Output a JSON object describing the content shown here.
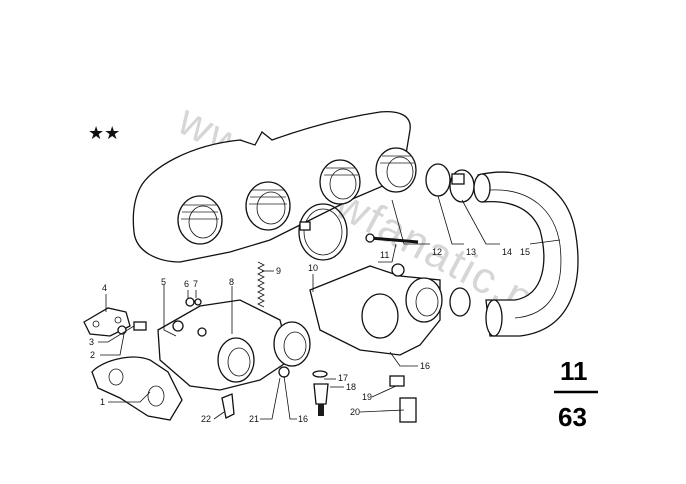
{
  "watermark": "www.bmwfanatic.pl",
  "stars": "★★",
  "group_code": {
    "top": "11",
    "bottom": "63"
  },
  "callouts": [
    {
      "id": "c1",
      "text": "1"
    },
    {
      "id": "c2",
      "text": "2"
    },
    {
      "id": "c3",
      "text": "3"
    },
    {
      "id": "c4",
      "text": "4"
    },
    {
      "id": "c5",
      "text": "5"
    },
    {
      "id": "c6",
      "text": "6"
    },
    {
      "id": "c7",
      "text": "7"
    },
    {
      "id": "c8",
      "text": "8"
    },
    {
      "id": "c9",
      "text": "9"
    },
    {
      "id": "c10",
      "text": "10"
    },
    {
      "id": "c11",
      "text": "11"
    },
    {
      "id": "c12",
      "text": "12"
    },
    {
      "id": "c13",
      "text": "13"
    },
    {
      "id": "c14",
      "text": "14"
    },
    {
      "id": "c15",
      "text": "15"
    },
    {
      "id": "c16a",
      "text": "16"
    },
    {
      "id": "c16b",
      "text": "16"
    },
    {
      "id": "c17",
      "text": "17"
    },
    {
      "id": "c18",
      "text": "18"
    },
    {
      "id": "c19",
      "text": "19"
    },
    {
      "id": "c20",
      "text": "20"
    },
    {
      "id": "c21",
      "text": "21"
    },
    {
      "id": "c22",
      "text": "22"
    }
  ]
}
